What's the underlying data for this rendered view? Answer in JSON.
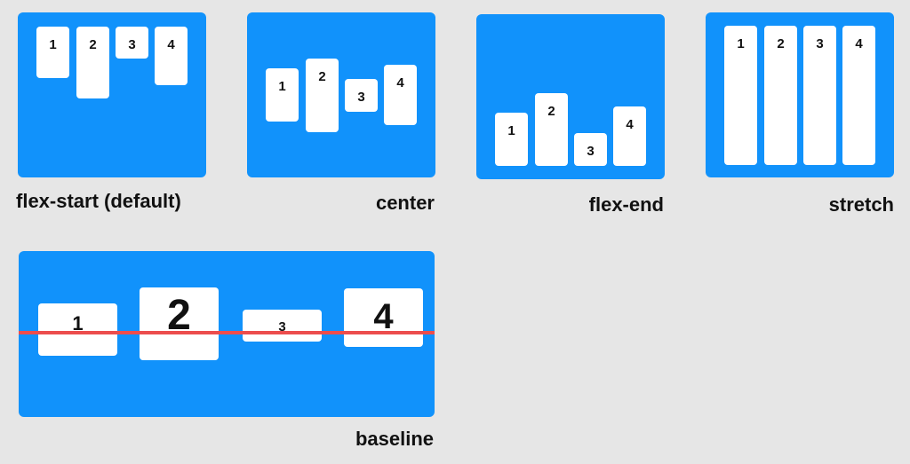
{
  "diagrams": {
    "flex_start": {
      "caption": "flex-start (default)",
      "items": [
        "1",
        "2",
        "3",
        "4"
      ]
    },
    "center": {
      "caption": "center",
      "items": [
        "1",
        "2",
        "3",
        "4"
      ]
    },
    "flex_end": {
      "caption": "flex-end",
      "items": [
        "1",
        "2",
        "3",
        "4"
      ]
    },
    "stretch": {
      "caption": "stretch",
      "items": [
        "1",
        "2",
        "3",
        "4"
      ]
    },
    "baseline": {
      "caption": "baseline",
      "items": [
        "1",
        "2",
        "3",
        "4"
      ]
    }
  },
  "colors": {
    "container": "#1192fb",
    "item": "#ffffff",
    "baseline_line": "#ec4d4d",
    "background": "#e6e6e6"
  }
}
